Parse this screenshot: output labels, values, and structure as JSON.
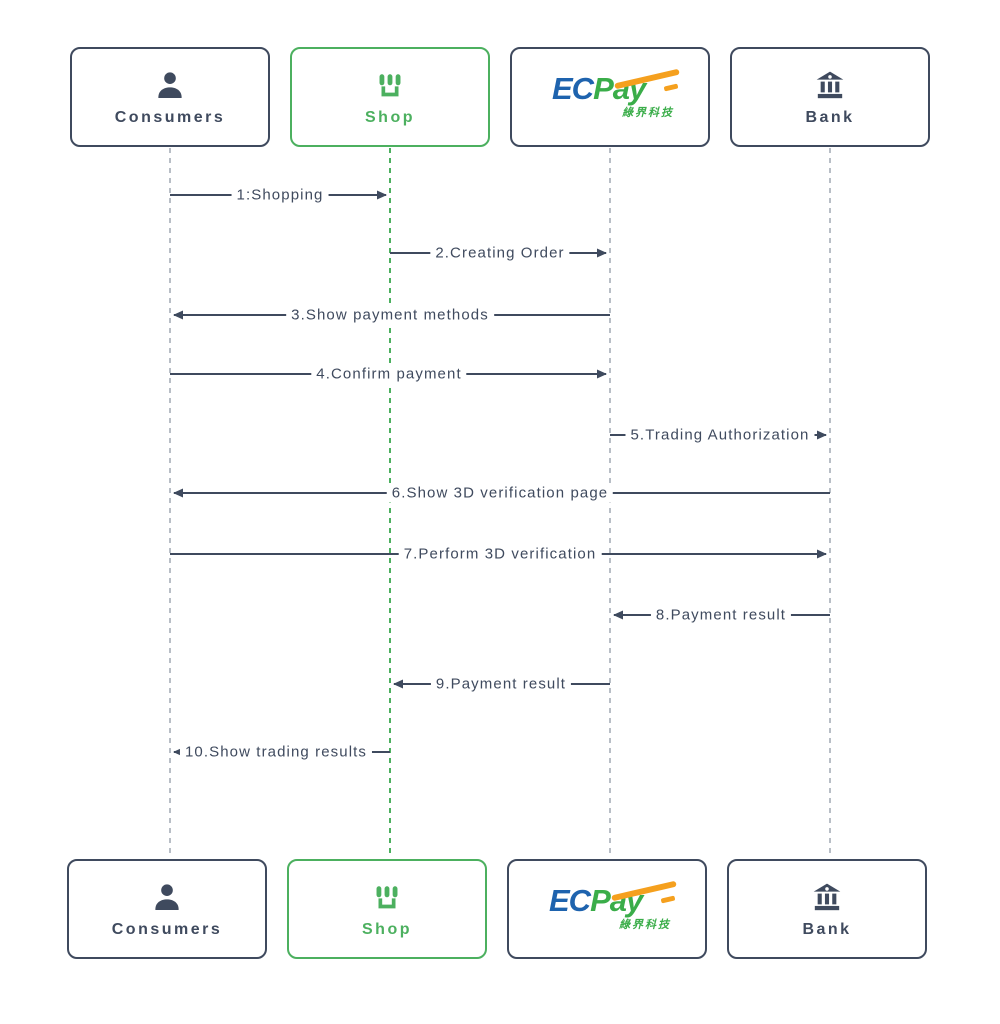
{
  "diagram": {
    "type": "sequence-diagram",
    "background": "#ffffff",
    "colors": {
      "navy": "#3f4a5e",
      "green": "#4cb05f",
      "lifeline_gray": "#b8bec6",
      "ecpay_blue": "#1e63ae",
      "ecpay_green": "#3aad49",
      "ecpay_orange": "#f5a01e"
    },
    "actors": [
      {
        "label": "Consumers",
        "icon": "person-icon"
      },
      {
        "label": "Shop",
        "icon": "storefront-icon"
      },
      {
        "label": "ECPay",
        "icon": "ecpay-logo",
        "logo_ec": "EC",
        "logo_pay": "Pay",
        "logo_subtitle": "綠界科技"
      },
      {
        "label": "Bank",
        "icon": "bank-icon"
      }
    ],
    "messages": [
      {
        "label": "1:Shopping",
        "from": "Consumers",
        "to": "Shop"
      },
      {
        "label": "2.Creating Order",
        "from": "Shop",
        "to": "ECPay"
      },
      {
        "label": "3.Show payment methods",
        "from": "ECPay",
        "to": "Consumers"
      },
      {
        "label": "4.Confirm payment",
        "from": "Consumers",
        "to": "ECPay"
      },
      {
        "label": "5.Trading Authorization",
        "from": "ECPay",
        "to": "Bank"
      },
      {
        "label": "6.Show 3D verification page",
        "from": "Bank",
        "to": "Consumers"
      },
      {
        "label": "7.Perform 3D verification",
        "from": "Consumers",
        "to": "Bank"
      },
      {
        "label": "8.Payment result",
        "from": "Bank",
        "to": "ECPay"
      },
      {
        "label": "9.Payment result",
        "from": "ECPay",
        "to": "Shop"
      },
      {
        "label": "10.Show trading results",
        "from": "Shop",
        "to": "Consumers"
      }
    ]
  }
}
